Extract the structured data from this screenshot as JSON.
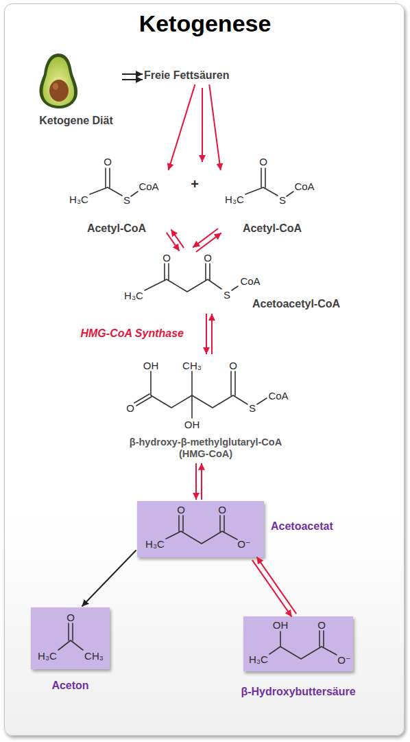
{
  "diagram": {
    "title": "Ketogenese",
    "nodes": [
      {
        "text": [
          "Ketogene Diät"
        ]
      },
      {
        "text": [
          "Freie Fettsäuren"
        ]
      },
      {
        "text": [
          "Acetyl-CoA"
        ]
      },
      {
        "text": [
          "Acetyl-CoA"
        ]
      },
      {
        "text": [
          "Acetoacetyl-CoA"
        ]
      },
      {
        "text": [
          "β-hydroxy-β-methylglutaryl-CoA (HMG-CoA)"
        ]
      },
      {
        "text": [
          "Acetoacetat"
        ]
      },
      {
        "text": [
          "Aceton"
        ]
      },
      {
        "text": [
          "β-Hydroxybuttersäure"
        ]
      }
    ],
    "edges": [
      {
        "from": 0,
        "to": 1,
        "arrow": "to"
      },
      {
        "from": 1,
        "to": 2,
        "arrow": "to"
      },
      {
        "from": 1,
        "to": 3,
        "arrow": "to"
      },
      {
        "from": 2,
        "to": 4,
        "arrow": "both"
      },
      {
        "from": 3,
        "to": 4,
        "arrow": "both"
      },
      {
        "from": 4,
        "to": 5,
        "arrow": "both",
        "label": "HMG-CoA Synthase"
      },
      {
        "from": 5,
        "to": 6,
        "arrow": "both"
      },
      {
        "from": 6,
        "to": 7,
        "arrow": "to"
      },
      {
        "from": 6,
        "to": 8,
        "arrow": "both"
      }
    ],
    "labels": [
      "O",
      "H₃C",
      "S",
      "CoA",
      "+",
      "O",
      "H₃C",
      "S",
      "CoA",
      "O",
      "O",
      "H₃C",
      "S",
      "CoA",
      "OH",
      "CH₃",
      "O",
      "O",
      "OH",
      "S",
      "CoA",
      "O",
      "O",
      "H₃C",
      "O⁻",
      "O",
      "H₃C",
      "CH₃",
      "OH",
      "O",
      "H₃C",
      "O⁻"
    ]
  }
}
